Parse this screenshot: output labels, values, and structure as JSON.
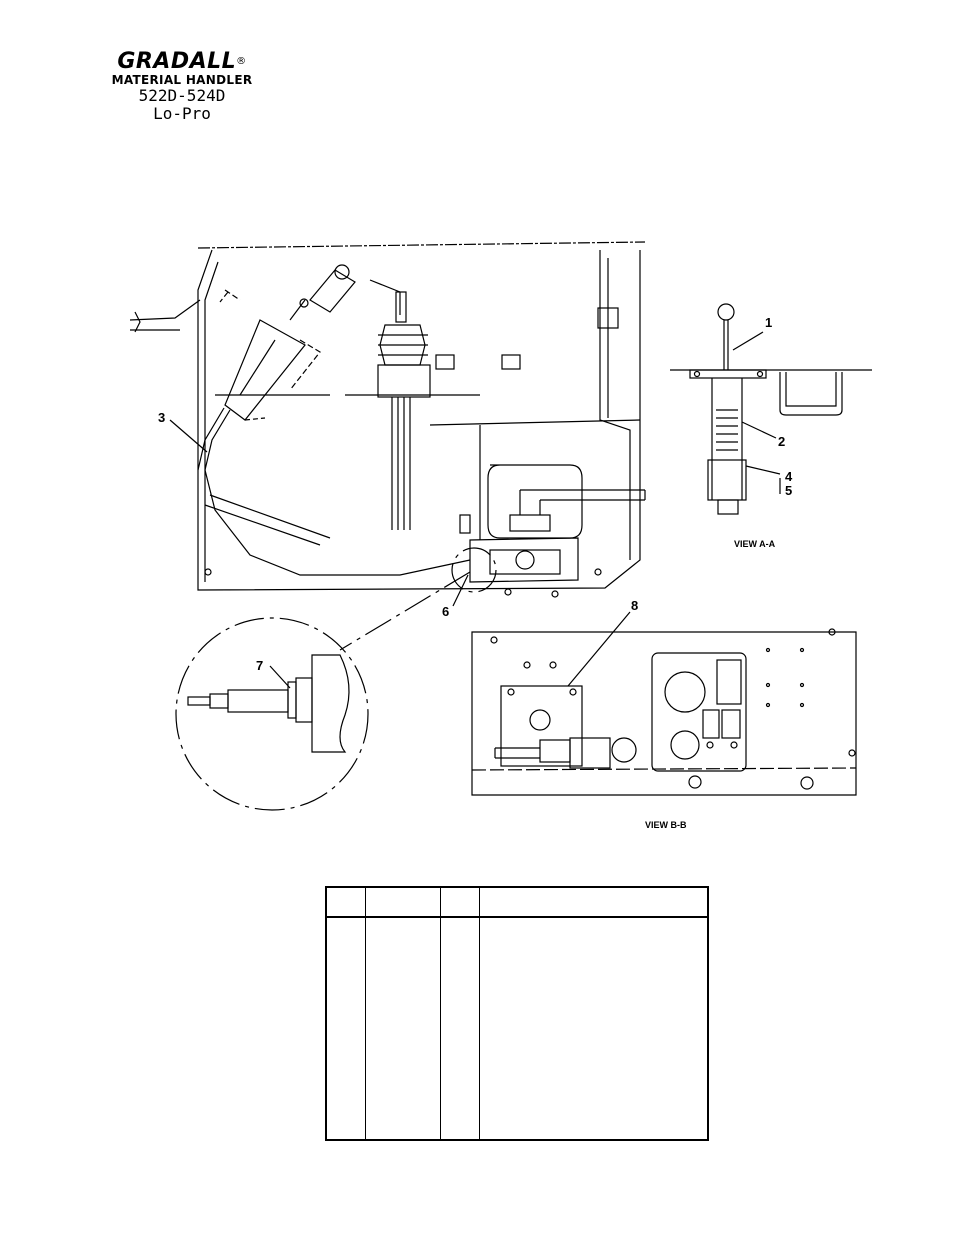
{
  "header": {
    "brand": "GRADALL",
    "registered_mark": "®",
    "subtitle": "MATERIAL HANDLER",
    "model": "522D-524D",
    "variant": "Lo-Pro"
  },
  "callouts": {
    "c1": "1",
    "c2": "2",
    "c3": "3",
    "c4": "4",
    "c5": "5",
    "c6": "6",
    "c7": "7",
    "c8": "8"
  },
  "views": {
    "view_a": "VIEW A-A",
    "view_b": "VIEW B-B"
  },
  "parts_table": {
    "headers": [
      "",
      "",
      "",
      ""
    ],
    "rows": []
  }
}
